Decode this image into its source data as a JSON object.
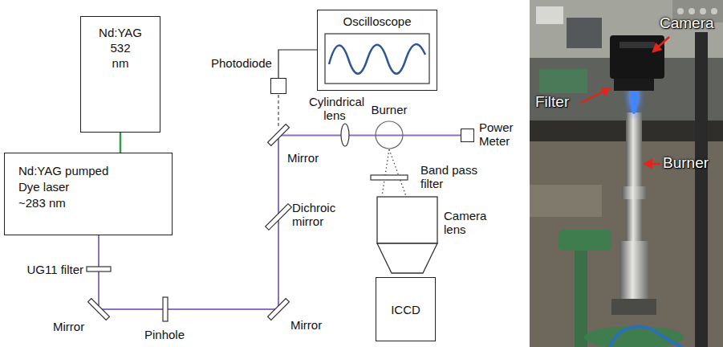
{
  "diagram": {
    "nodes": [
      {
        "text": [
          "Nd:YAG 532 nm"
        ]
      },
      {
        "text": [
          "Oscilloscope"
        ]
      },
      {
        "text": [
          "Photodiode"
        ]
      },
      {
        "text": [
          "Power Meter"
        ]
      },
      {
        "text": [
          "Nd:YAG pumped Dye laser ~283 nm"
        ]
      },
      {
        "text": [
          "ICCD"
        ]
      }
    ],
    "edges": [
      {
        "from": 0,
        "to": 4,
        "arrow": "none"
      },
      {
        "from": 2,
        "to": 1,
        "arrow": "none"
      },
      {
        "from": 4,
        "to": 3,
        "arrow": "none"
      }
    ],
    "labels": [
      "Cylindrical lens",
      "Burner",
      "Mirror",
      "Band pass filter",
      "Dichroic mirror",
      "Camera lens",
      "UG11 filter",
      "Mirror",
      "Pinhole",
      "Mirror",
      "Camera",
      "Filter",
      "Burner"
    ]
  }
}
